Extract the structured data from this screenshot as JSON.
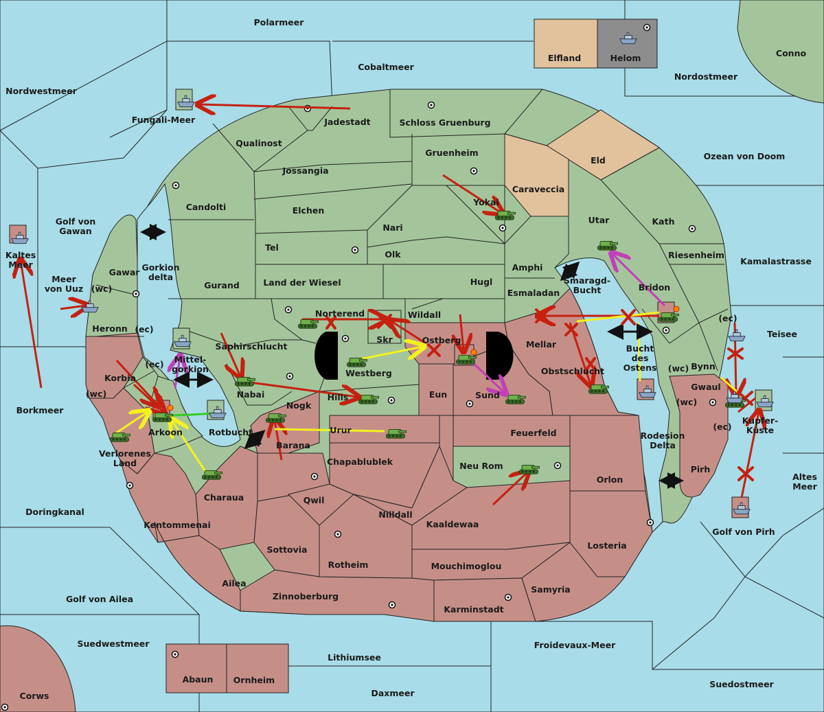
{
  "colors": {
    "sea": "#a8dce8",
    "green_power": "#a4c59c",
    "red_power": "#c58f88",
    "tan_power": "#e1c29c",
    "gray_power": "#8d8d8d",
    "move_order": "#c62010",
    "support_order": "#f4f11e",
    "retreat_order": "#c23fb8",
    "convoy_order": "#33cc22"
  },
  "sea_labels": {
    "polarmeer": "Polarmeer",
    "cobaltmeer": "Cobaltmeer",
    "nordwestmeer": "Nordwestmeer",
    "nordostmeer": "Nordostmeer",
    "conno": "Conno",
    "fungali_meer": "Fungali-Meer",
    "golf_von_gawan": "Golf von\nGawan",
    "kaltes_meer": "Kaltes\nMeer",
    "meer_von_uuz": "Meer\nvon Uuz",
    "gorkion_delta": "Gorkion\ndelta",
    "ozean_von_doom": "Ozean von Doom",
    "kamalastrasse": "Kamalastrasse",
    "smaragd_bucht": "Smaragd-\nBucht",
    "teisee": "Teisee",
    "bucht_des_ostens": "Bucht\ndes\nOstens",
    "mittel_gorkion": "Mittel-\ngorkion",
    "borkmeer": "Borkmeer",
    "rotbucht": "Rotbucht",
    "rodesion_delta": "Rodesion\nDelta",
    "altes_meer": "Altes\nMeer",
    "doringkanal": "Doringkanal",
    "golf_von_pirh": "Golf von Pirh",
    "golf_von_ailea": "Golf von Ailea",
    "suedwestmeer": "Suedwestmeer",
    "lithiumsee": "Lithiumsee",
    "froidevaux_meer": "Froidevaux-Meer",
    "suedostmeer": "Suedostmeer",
    "daxmeer": "Daxmeer",
    "corws": "Corws"
  },
  "land_labels": {
    "elfland": "Elfland",
    "helom": "Helom",
    "jadestadt": "Jadestadt",
    "schloss_gruenburg": "Schloss Gruenburg",
    "qualinost": "Qualinost",
    "gruenheim": "Gruenheim",
    "eld": "Eld",
    "jossangia": "Jossangia",
    "caraveccia": "Caraveccia",
    "candolti": "Candolti",
    "elchen": "Elchen",
    "yokai": "Yokai",
    "utar": "Utar",
    "kath": "Kath",
    "nari": "Nari",
    "tel": "Tel",
    "olk": "Olk",
    "riesenheim": "Riesenheim",
    "gawar": "Gawar",
    "amphi": "Amphi",
    "gurand": "Gurand",
    "land_der_wiesel": "Land der Wiesel",
    "hugl": "Hugl",
    "bridon": "Bridon",
    "esmaladan": "Esmaladan",
    "norterend": "Norterend",
    "wildall": "Wildall",
    "heronn": "Heronn",
    "skr": "Skr",
    "ostberg": "Ostberg",
    "mellar": "Mellar",
    "saphirschlucht": "Saphirschlucht",
    "westberg": "Westberg",
    "obstschlucht": "Obstschlucht",
    "korbia": "Korbia",
    "bynn": "Bynn",
    "nabai": "Nabai",
    "hills": "Hills",
    "eun": "Eun",
    "sund": "Sund",
    "gwaul": "Gwaul",
    "nogk": "Nogk",
    "arkoon": "Arkoon",
    "verlorenes_land": "Verlorenes\nLand",
    "urur": "Urur",
    "feuerfeld": "Feuerfeld",
    "kupfer_kuste": "Kupfer-\nKüste",
    "barana": "Barana",
    "chapablublek": "Chapablublek",
    "neu_rom": "Neu Rom",
    "orlon": "Orlon",
    "pirh": "Pirh",
    "charaua": "Charaua",
    "qwil": "Qwil",
    "nilldall": "Nilldall",
    "kaaldewaa": "Kaaldewaa",
    "kentommenai": "Kentommenai",
    "losteria": "Losteria",
    "sottovia": "Sottovia",
    "rotheim": "Rotheim",
    "mouchimoglou": "Mouchimoglou",
    "ailea": "Ailea",
    "samyria": "Samyria",
    "zinnoberburg": "Zinnoberburg",
    "karminstadt": "Karminstadt",
    "abaun": "Abaun",
    "ornheim": "Ornheim"
  },
  "coast_tags": {
    "wc": "(wc)",
    "ec": "(ec)"
  },
  "units": {
    "army": "army-icon",
    "fleet": "fleet-icon"
  }
}
